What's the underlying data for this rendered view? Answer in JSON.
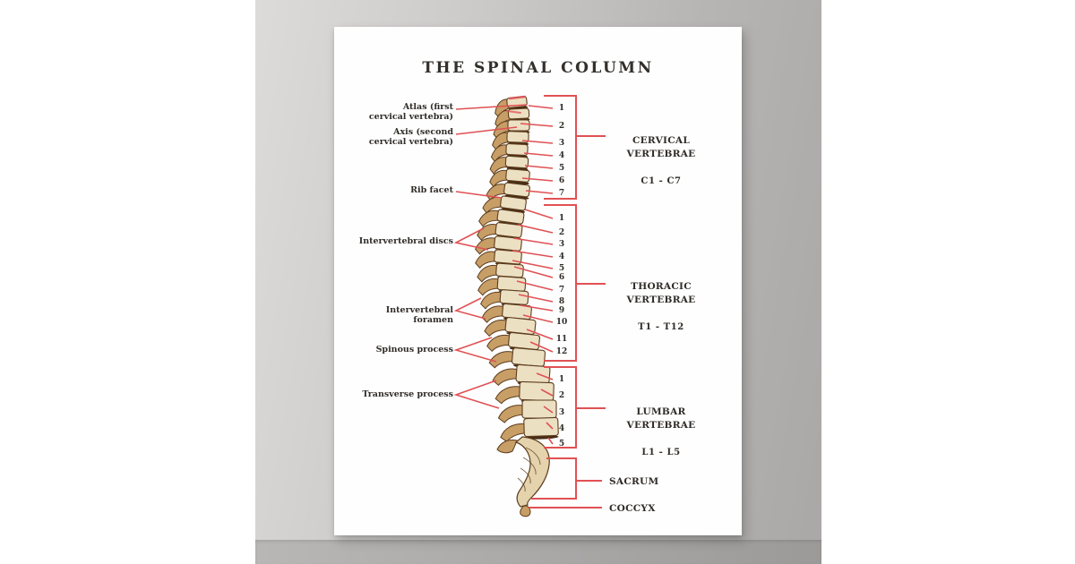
{
  "poster": {
    "title": "THE SPINAL COLUMN",
    "annotations": {
      "atlas": "Atlas (first\ncervical vertebra)",
      "axis": "Axis (second\ncervical vertebra)",
      "rib_facet": "Rib facet",
      "discs": "Intervertebral discs",
      "foramen": "Intervertebral foramen",
      "spinous": "Spinous process",
      "transverse": "Transverse process"
    },
    "regions": {
      "cervical": {
        "name": "CERVICAL VERTEBRAE",
        "range": "C1 - C7",
        "numbers": [
          "1",
          "2",
          "3",
          "4",
          "5",
          "6",
          "7"
        ]
      },
      "thoracic": {
        "name": "THORACIC VERTEBRAE",
        "range": "T1 - T12",
        "numbers": [
          "1",
          "2",
          "3",
          "4",
          "5",
          "6",
          "7",
          "8",
          "9",
          "10",
          "11",
          "12"
        ]
      },
      "lumbar": {
        "name": "LUMBAR VERTEBRAE",
        "range": "L1 - L5",
        "numbers": [
          "1",
          "2",
          "3",
          "4",
          "5"
        ]
      },
      "sacrum": {
        "name": "SACRUM"
      },
      "coccyx": {
        "name": "COCCYX"
      }
    },
    "colors": {
      "leader_red": "#e05154",
      "ink": "#302c28",
      "bone_light": "#ece0c3",
      "bone_mid": "#c79e66",
      "bone_dark": "#5d3d1e",
      "disc_dark": "#472d14",
      "wall_gray": "#b7b4b4",
      "floor_gray": "#9c9999"
    }
  }
}
